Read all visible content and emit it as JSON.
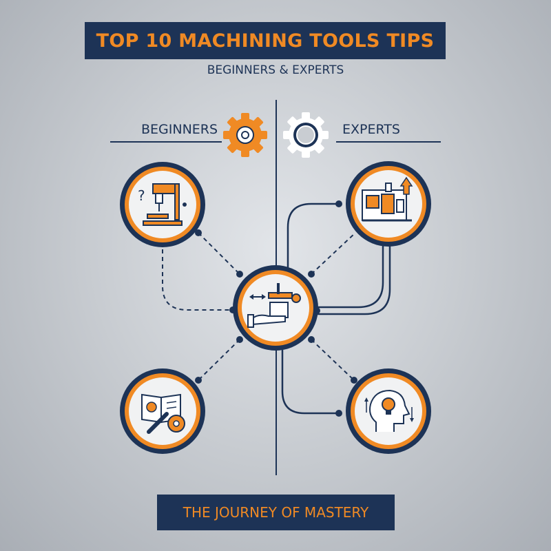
{
  "header": {
    "title": "TOP 10 MACHINING TOOLS TIPS",
    "subtitle": "BEGINNERS & EXPERTS"
  },
  "sections": {
    "beginners_label": "BEGINNERS",
    "experts_label": "EXPERTS"
  },
  "nodes": [
    {
      "id": "drill-press",
      "icon": "drill-press-icon",
      "side": "beginners"
    },
    {
      "id": "cnc-machine",
      "icon": "cnc-machine-icon",
      "side": "experts"
    },
    {
      "id": "hand-tool",
      "icon": "hand-machining-icon",
      "side": "center"
    },
    {
      "id": "manual-tools",
      "icon": "manual-gear-wrench-icon",
      "side": "beginners"
    },
    {
      "id": "mind-idea",
      "icon": "head-lightbulb-icon",
      "side": "experts"
    }
  ],
  "footer": {
    "text": "THE JOURNEY OF MASTERY"
  },
  "colors": {
    "navy": "#1d3356",
    "orange": "#f08a24",
    "grey": "#c9cdd2"
  }
}
